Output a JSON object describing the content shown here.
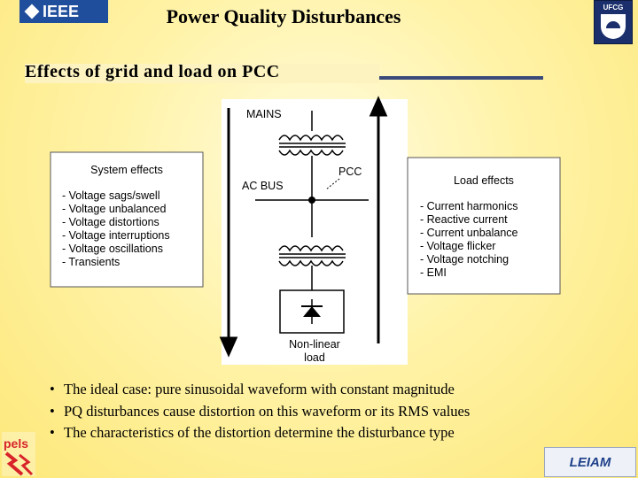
{
  "header": {
    "ieee_logo_text": "IEEE",
    "title": "Power Quality Disturbances",
    "ufcg_logo_text": "UFCG"
  },
  "subtitle": "Effects of grid and load on PCC",
  "diagram": {
    "mains_label": "MAINS",
    "pcc_label": "PCC",
    "ac_bus_label": "AC BUS",
    "load_label_lines": [
      "Non-linear",
      "load"
    ],
    "system_effects": {
      "title": "System effects",
      "items": [
        "- Voltage sags/swell",
        "- Voltage unbalanced",
        "- Voltage distortions",
        "- Voltage interruptions",
        "- Voltage oscillations",
        "- Transients"
      ]
    },
    "load_effects": {
      "title": "Load effects",
      "items": [
        "- Current harmonics",
        "- Reactive current",
        "- Current unbalance",
        "- Voltage flicker",
        "- Voltage notching",
        "- EMI"
      ]
    }
  },
  "bullets": [
    "The ideal case: pure sinusoidal waveform with constant magnitude",
    "PQ disturbances cause distortion on this waveform or its RMS values",
    "The characteristics of the distortion determine the disturbance type"
  ],
  "footer": {
    "pels_logo_text": "pels",
    "lepam_logo_text": "LEIAM"
  },
  "colors": {
    "background": "#fde87a",
    "subtitle_rule": "#3a4a7a",
    "ieee_blue": "#1f4e9c",
    "pels_red": "#d8232a"
  }
}
